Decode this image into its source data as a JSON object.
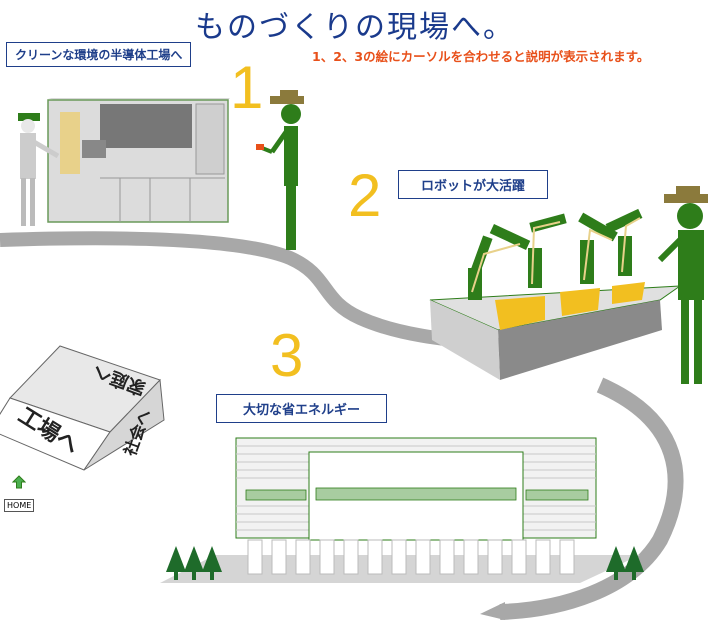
{
  "page_title": "ものづくりの現場へ。",
  "instruction": "1、2、3の絵にカーソルを合わせると説明が表示されます。",
  "sections": [
    {
      "number": "1",
      "label": "クリーンな環境の半導体工場へ"
    },
    {
      "number": "2",
      "label": "ロボットが大活躍"
    },
    {
      "number": "3",
      "label": "大切な省エネルギー"
    }
  ],
  "cube": {
    "front": "工場へ",
    "side": "社会へ",
    "top": "家庭へ"
  },
  "home_label": "HOME"
}
